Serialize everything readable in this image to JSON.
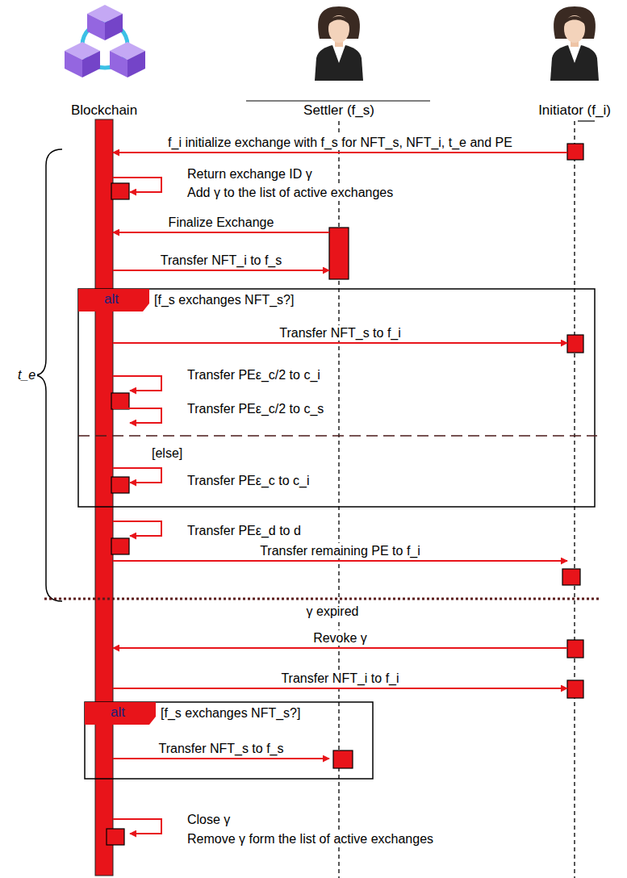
{
  "diagram": {
    "nodes": [
      {
        "text": [
          "Blockchain"
        ]
      },
      {
        "text": [
          "Settler (f_s)"
        ]
      },
      {
        "text": [
          "Initiator (f_i)"
        ]
      }
    ],
    "edges": [
      {
        "from": 2,
        "to": 0,
        "arrow": "to",
        "label": "f_i initialize exchange with f_s for NFT_s, NFT_i, t_e and PE"
      },
      {
        "from": 0,
        "to": 0,
        "arrow": "to",
        "label": "Return exchange ID γ"
      },
      {
        "from": 1,
        "to": 0,
        "arrow": "to",
        "label": "Finalize Exchange"
      },
      {
        "from": 0,
        "to": 1,
        "arrow": "to",
        "label": "Transfer NFT_i to f_s"
      },
      {
        "from": 0,
        "to": 2,
        "arrow": "to",
        "label": "Transfer NFT_s to f_i"
      },
      {
        "from": 0,
        "to": 0,
        "arrow": "to",
        "label": "Transfer PEε_c/2 to c_i"
      },
      {
        "from": 0,
        "to": 0,
        "arrow": "to",
        "label": "Transfer PEε_c/2 to c_s"
      },
      {
        "from": 0,
        "to": 0,
        "arrow": "to",
        "label": "Transfer PEε_c to c_i"
      },
      {
        "from": 0,
        "to": 0,
        "arrow": "to",
        "label": "Transfer PEε_d to d"
      },
      {
        "from": 0,
        "to": 2,
        "arrow": "to",
        "label": "Transfer remaining PE to f_i"
      },
      {
        "from": 2,
        "to": 0,
        "arrow": "to",
        "label": "Revoke γ"
      },
      {
        "from": 0,
        "to": 2,
        "arrow": "to",
        "label": "Transfer NFT_i to f_i"
      },
      {
        "from": 0,
        "to": 1,
        "arrow": "to",
        "label": "Transfer NFT_s to f_s"
      },
      {
        "from": 0,
        "to": 0,
        "arrow": "to",
        "label": "Close γ"
      }
    ],
    "labels": [
      "Add γ to the list of active exchanges",
      "alt",
      "[f_s exchanges NFT_s?]",
      "[else]",
      "t_e",
      "γ expired",
      "alt",
      "[f_s exchanges NFT_s?]",
      "Remove γ form the list of active exchanges"
    ]
  }
}
